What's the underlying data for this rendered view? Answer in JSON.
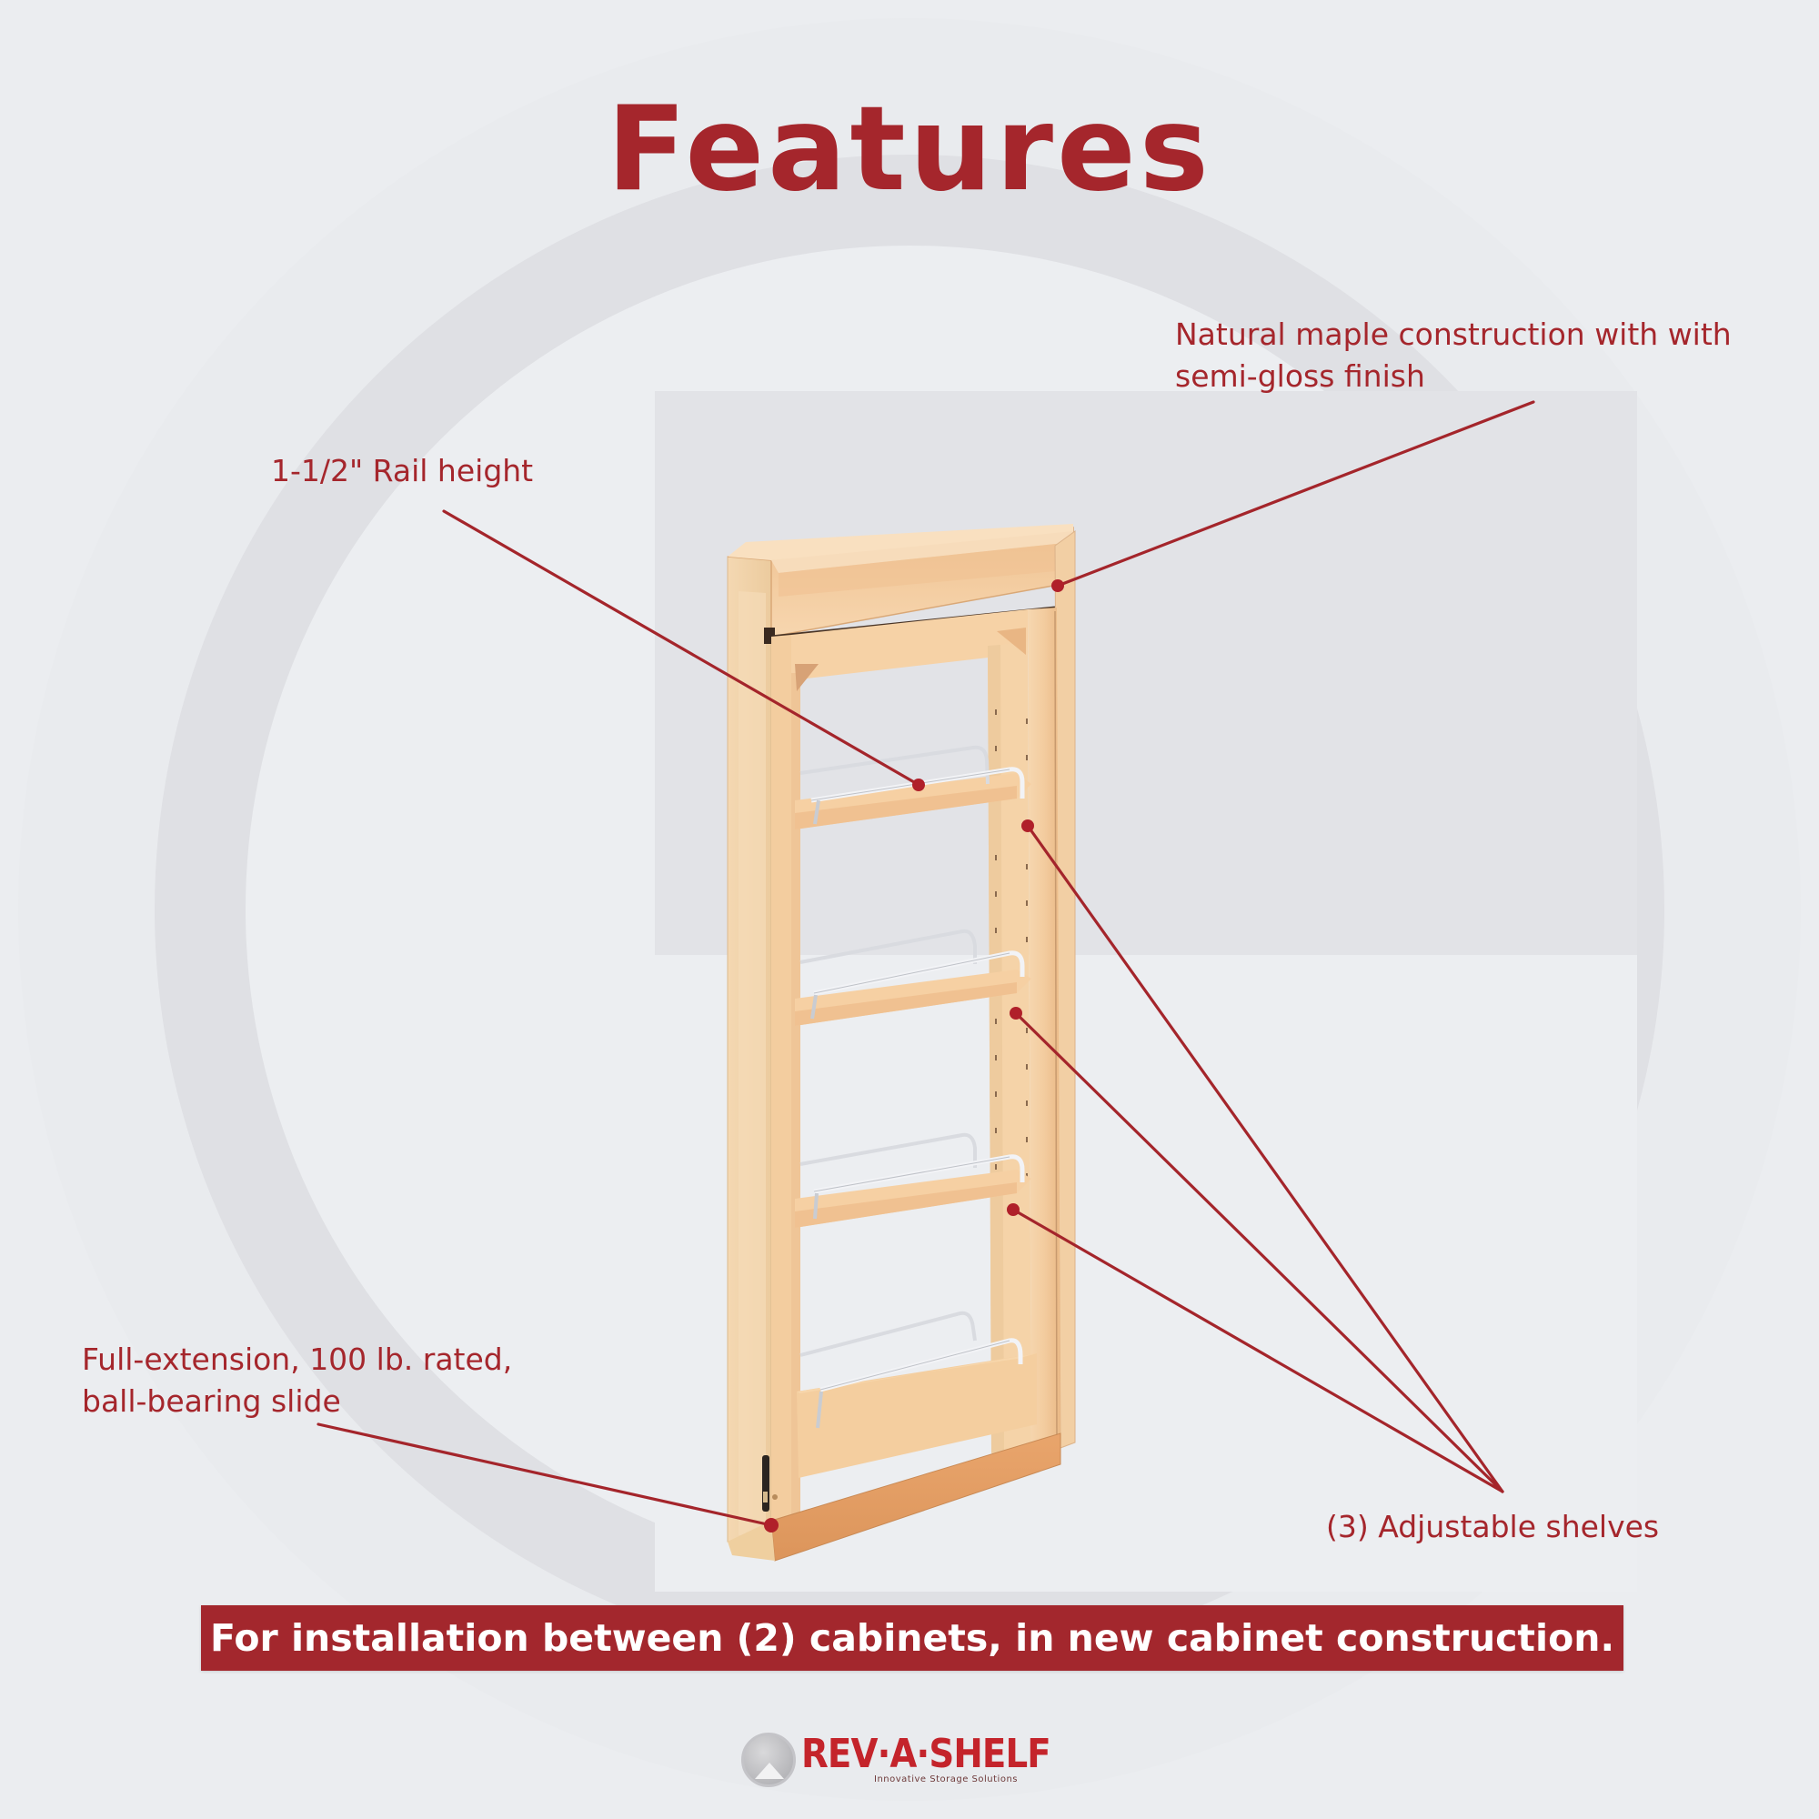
{
  "title": "Features",
  "callouts": {
    "maple": {
      "line1": "Natural maple construction with with",
      "line2": "semi-gloss finish"
    },
    "rail": {
      "line1": "1-1/2\" Rail height"
    },
    "slide": {
      "line1": "Full-extension, 100 lb. rated,",
      "line2": "ball-bearing slide"
    },
    "shelves": {
      "line1": "(3) Adjustable shelves"
    }
  },
  "banner": {
    "text": "For installation between (2) cabinets, in new cabinet construction."
  },
  "logo": {
    "wordmark": "REV·A·SHELF",
    "tagline": "Innovative Storage Solutions"
  },
  "product": {
    "name": "wall filler pull-out organizer",
    "shelf_count": 4
  },
  "colors": {
    "brand_red": "#a5262c",
    "banner_red": "#a3272d",
    "background": "#ebedf0",
    "maple": "#f2c99c",
    "maple_dark": "#dba476",
    "rail_chrome": "#e6e8ec"
  }
}
